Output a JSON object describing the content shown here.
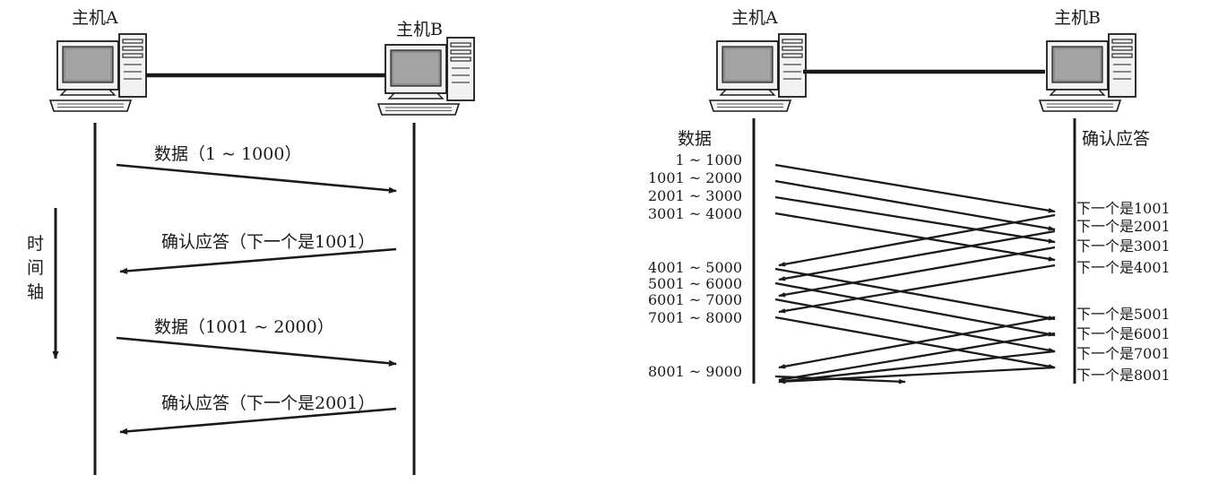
{
  "left": {
    "host_a": "主机A",
    "host_b": "主机B",
    "timeline": [
      "时",
      "间",
      "轴"
    ],
    "msg1": "数据（1 ~ 1000）",
    "msg2": "确认应答（下一个是1001）",
    "msg3": "数据（1001 ~ 2000）",
    "msg4": "确认应答（下一个是2001）"
  },
  "right": {
    "host_a": "主机A",
    "host_b": "主机B",
    "data_header": "数据",
    "ack_header": "确认应答",
    "data_labels": [
      "1 ~ 1000",
      "1001 ~ 2000",
      "2001 ~ 3000",
      "3001 ~ 4000",
      "4001 ~ 5000",
      "5001 ~ 6000",
      "6001 ~ 7000",
      "7001 ~ 8000",
      "8001 ~ 9000"
    ],
    "ack_labels": [
      "下一个是1001",
      "下一个是2001",
      "下一个是3001",
      "下一个是4001",
      "下一个是5001",
      "下一个是6001",
      "下一个是7001",
      "下一个是8001"
    ]
  },
  "colors": {
    "ink": "#1a1a1a",
    "screen": "#8c8c8c",
    "case": "#f2f2f2"
  },
  "icons": [
    "computer-icon"
  ]
}
